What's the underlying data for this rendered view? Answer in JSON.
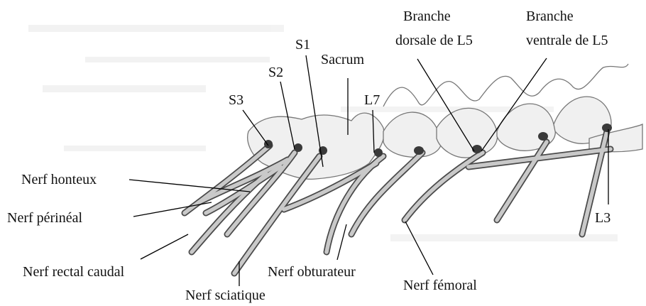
{
  "labels": {
    "branche_dorsale_l5_line1": "Branche",
    "branche_dorsale_l5_line2": "dorsale de L5",
    "branche_ventrale_l5_line1": "Branche",
    "branche_ventrale_l5_line2": "ventrale de L5",
    "s1": "S1",
    "s2": "S2",
    "s3": "S3",
    "sacrum": "Sacrum",
    "l7": "L7",
    "l3": "L3",
    "nerf_honteux": "Nerf honteux",
    "nerf_perineal": "Nerf périnéal",
    "nerf_rectal_caudal": "Nerf rectal caudal",
    "nerf_sciatique": "Nerf sciatique",
    "nerf_obturateur": "Nerf obturateur",
    "nerf_femoral": "Nerf fémoral"
  },
  "colors": {
    "text": "#111111",
    "leader_line": "#000000",
    "nerve_fill": "#c9c9c9",
    "nerve_outline": "#4a4a4a",
    "bone_fill": "#f0f0f0",
    "bone_outline": "#777777",
    "ganglion": "#3a3a3a"
  }
}
